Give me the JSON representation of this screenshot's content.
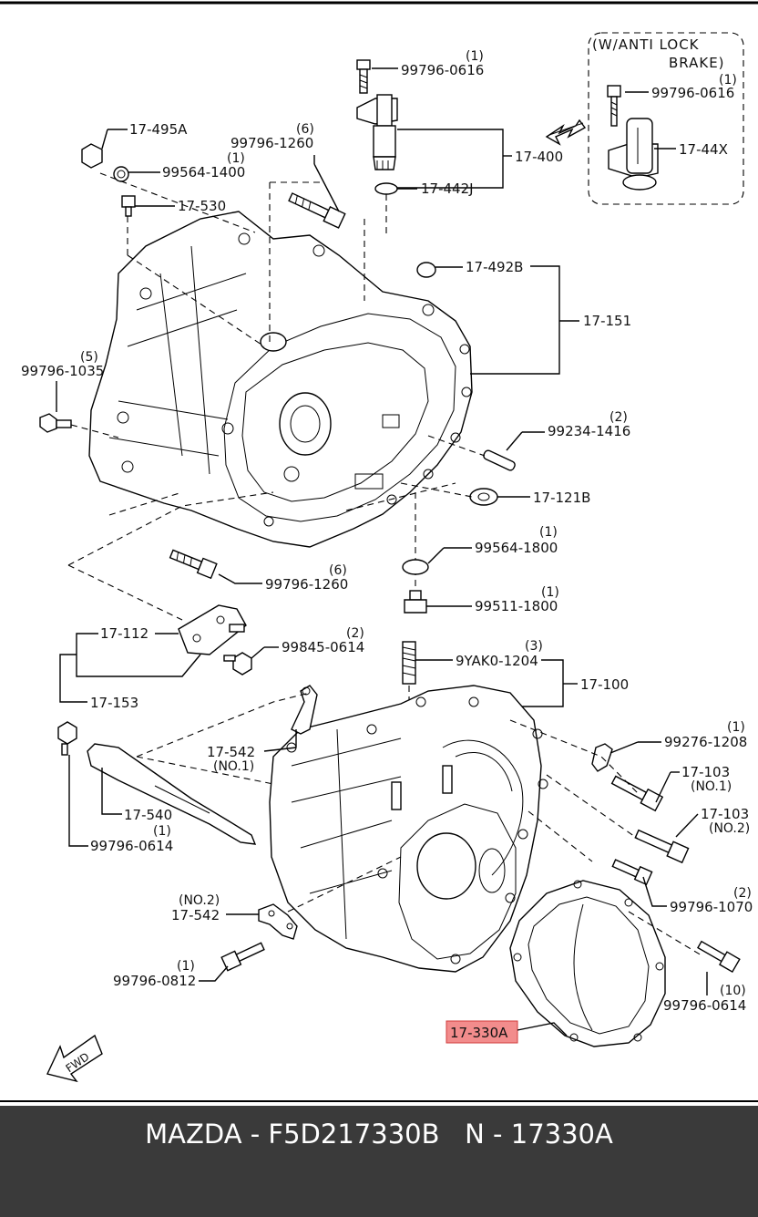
{
  "inset": {
    "title_line1": "(W/ANTI LOCK",
    "title_line2": "BRAKE)"
  },
  "callouts": [
    {
      "label": "99796-0616",
      "qty": "(1)"
    },
    {
      "label": "99796-0616",
      "qty": "(1)"
    },
    {
      "label": "17-44X"
    },
    {
      "label": "17-400"
    },
    {
      "label": "17-442J"
    },
    {
      "label": "17-495A"
    },
    {
      "label": "99796-1260",
      "qty": "(6)"
    },
    {
      "label": "99564-1400",
      "qty": "(1)"
    },
    {
      "label": "17-530"
    },
    {
      "label": "17-492B"
    },
    {
      "label": "17-151"
    },
    {
      "label": "99796-1035",
      "qty": "(5)"
    },
    {
      "label": "99234-1416",
      "qty": "(2)"
    },
    {
      "label": "17-121B"
    },
    {
      "label": "99564-1800",
      "qty": "(1)"
    },
    {
      "label": "99796-1260",
      "qty": "(6)"
    },
    {
      "label": "99511-1800",
      "qty": "(1)"
    },
    {
      "label": "17-112"
    },
    {
      "label": "99845-0614",
      "qty": "(2)"
    },
    {
      "label": "9YAK0-1204",
      "qty": "(3)"
    },
    {
      "label": "17-100"
    },
    {
      "label": "17-153"
    },
    {
      "label": "99276-1208",
      "qty": "(1)"
    },
    {
      "label": "17-542",
      "qty": "(NO.1)"
    },
    {
      "label": "17-103",
      "qty": "(NO.1)"
    },
    {
      "label": "17-103",
      "qty": "(NO.2)"
    },
    {
      "label": "17-540"
    },
    {
      "label": "99796-0614",
      "qty": "(1)"
    },
    {
      "label": "99796-1070",
      "qty": "(2)"
    },
    {
      "label": "17-542",
      "qty": "(NO.2)"
    },
    {
      "label": "99796-0812",
      "qty": "(1)"
    },
    {
      "label": "99796-0614",
      "qty": "(10)"
    }
  ],
  "highlight": {
    "label": "17-330A",
    "color": "#f28c8c",
    "border": "#d23c3c"
  },
  "fwd_label": "FWD",
  "footer": {
    "text": "MAZDA - F5D217330B   N - 17330A"
  }
}
